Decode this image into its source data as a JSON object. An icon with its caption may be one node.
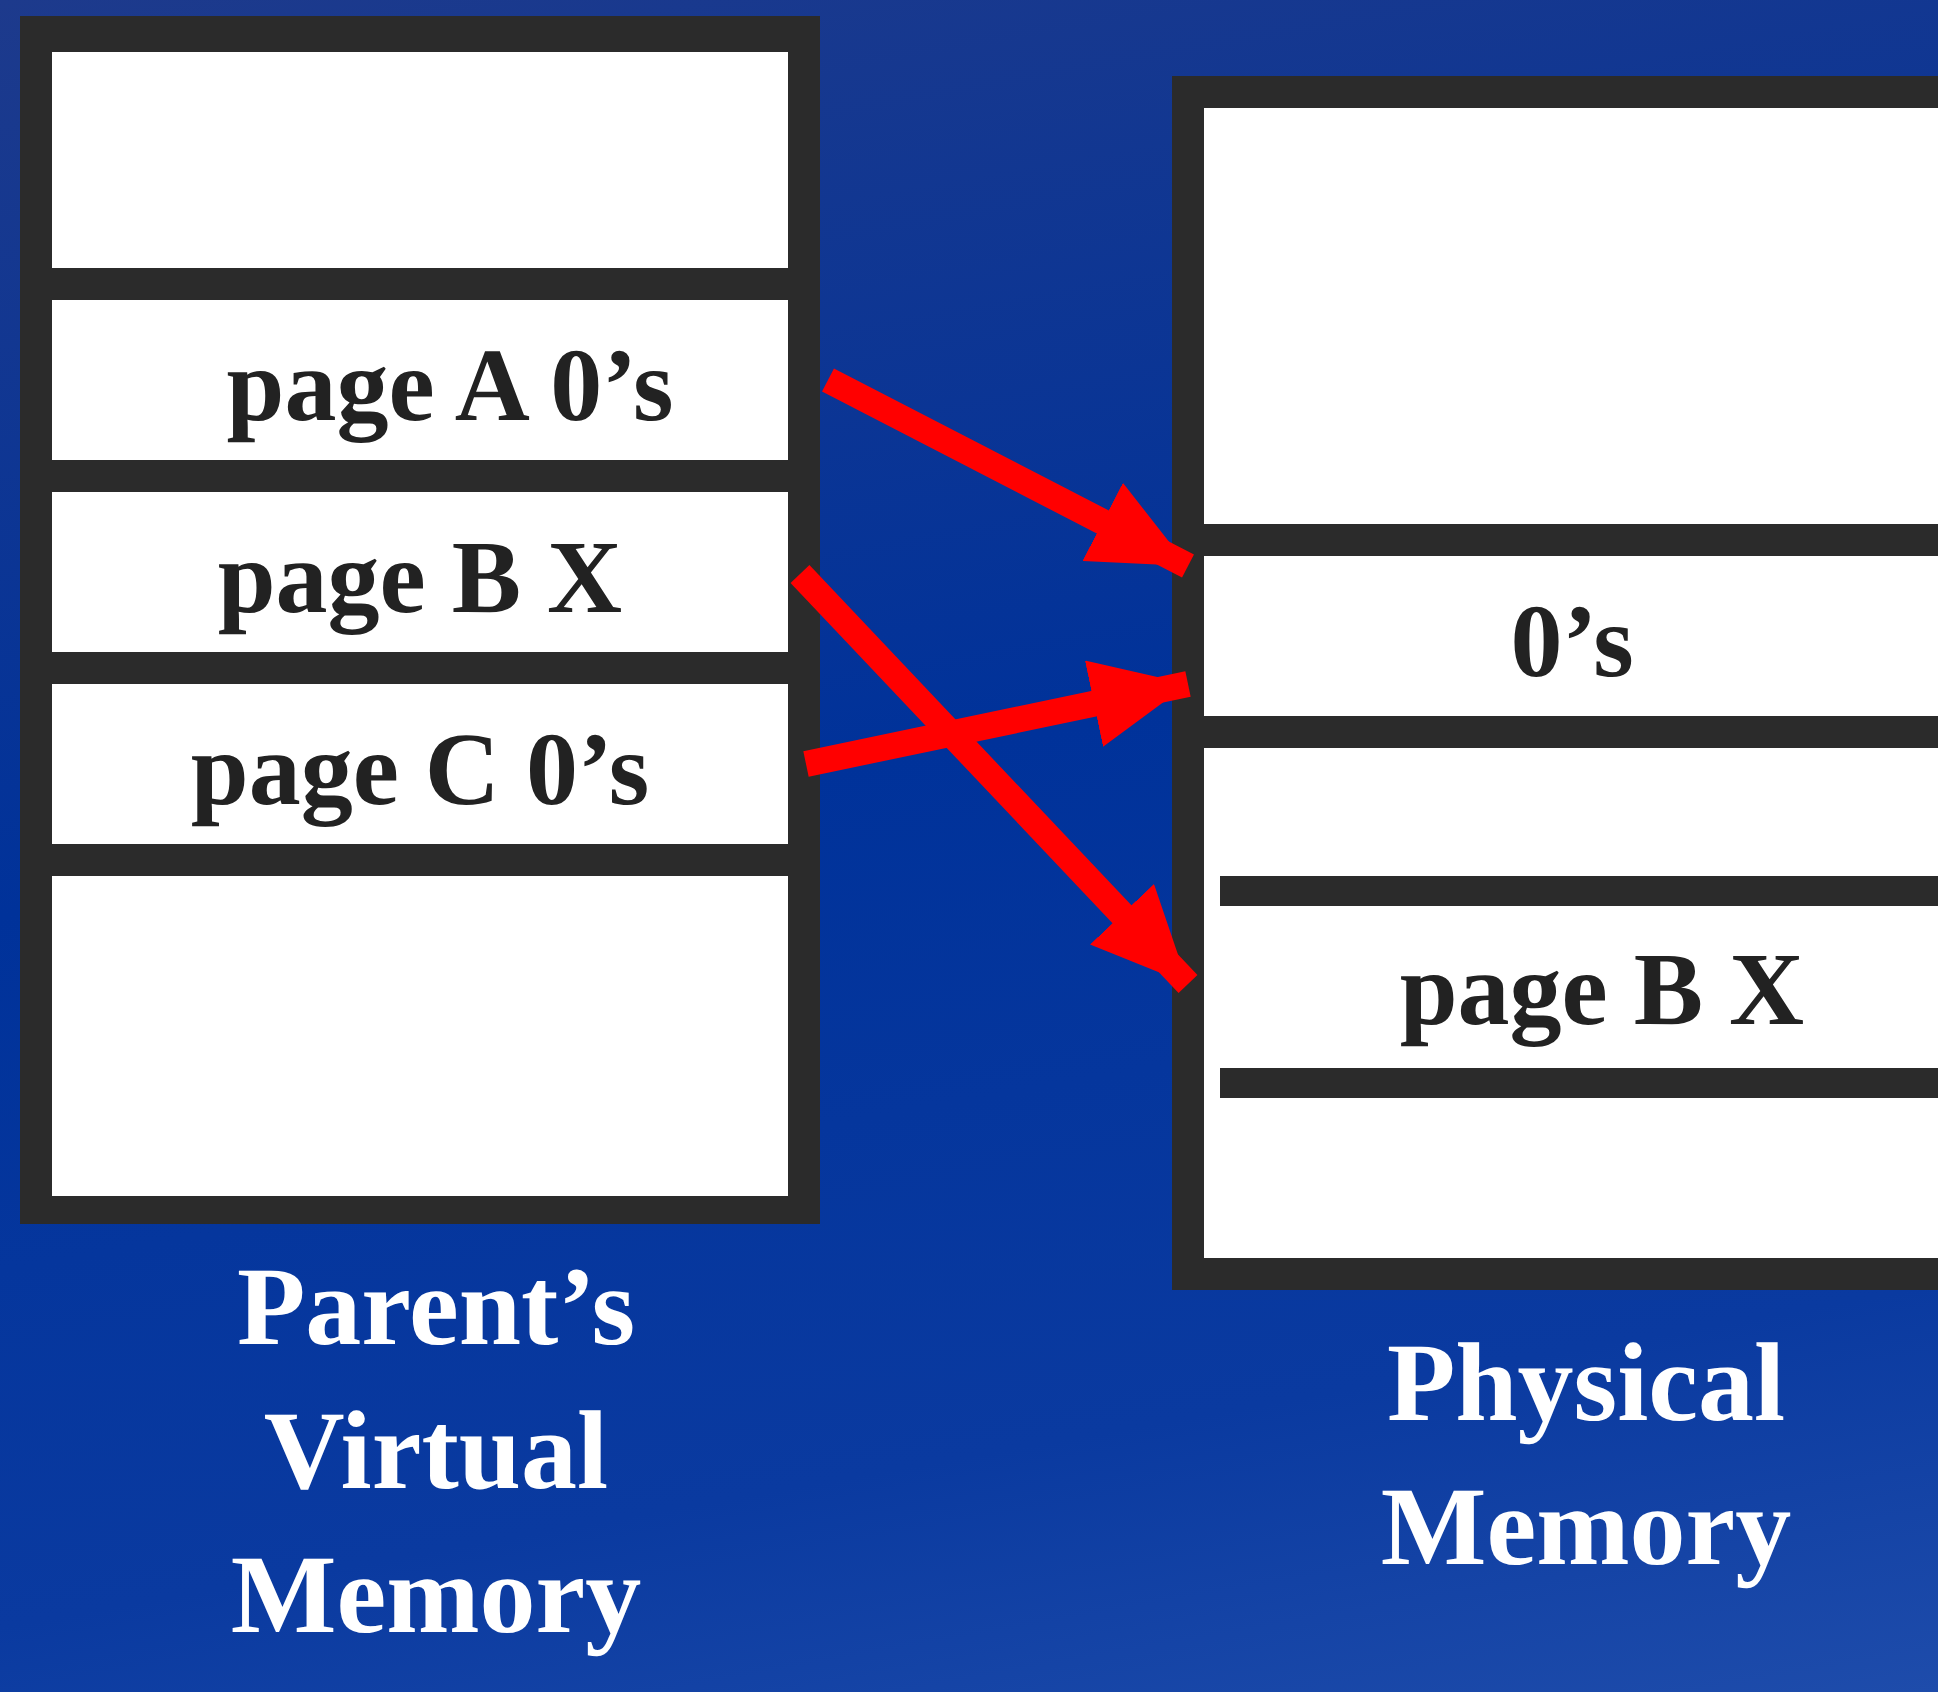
{
  "diagram": {
    "nodes": [
      {
        "text": [
          "Parent’s Virtual Memory"
        ]
      },
      {
        "text": [],
        "shape": "box",
        "in": 0
      },
      {
        "text": [
          "page A 0’s"
        ],
        "in": 0
      },
      {
        "text": [
          "page B X"
        ],
        "in": 0
      },
      {
        "text": [
          "page C 0’s"
        ],
        "in": 0
      },
      {
        "text": [],
        "shape": "box",
        "in": 0
      },
      {
        "text": [
          "Physical Memory"
        ]
      },
      {
        "text": [],
        "shape": "box",
        "in": 6
      },
      {
        "text": [
          "0’s"
        ],
        "in": 6
      },
      {
        "text": [
          "page B X"
        ],
        "in": 6
      }
    ],
    "edges": [
      {
        "from": 2,
        "to": 8,
        "arrow": "to"
      },
      {
        "from": 3,
        "to": 9,
        "arrow": "to"
      },
      {
        "from": 4,
        "to": 8,
        "arrow": "to"
      }
    ]
  }
}
